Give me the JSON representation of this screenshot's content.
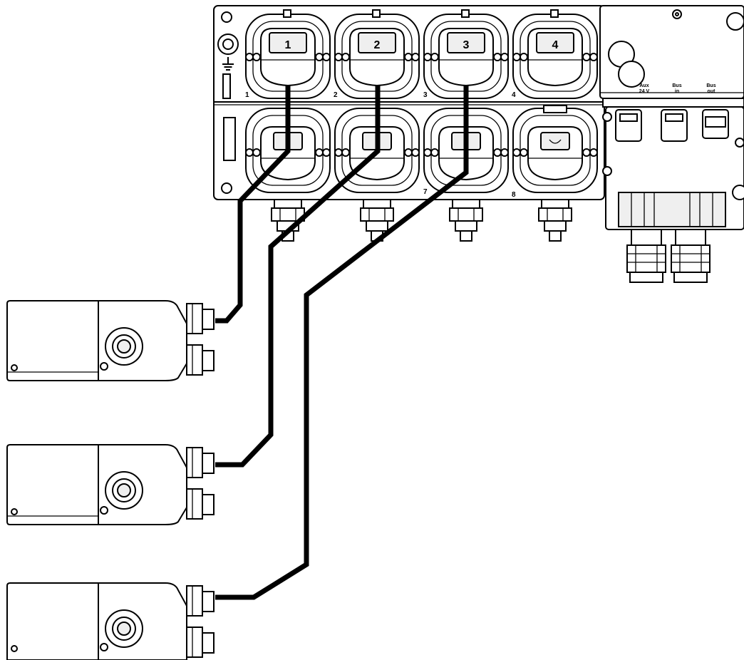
{
  "module": {
    "top_ports": [
      "1",
      "2",
      "3",
      "4"
    ],
    "port_numbers_row1": [
      "1",
      "2",
      "3",
      "4"
    ],
    "port_numbers_row2": [
      "7",
      "8"
    ]
  },
  "power_box": {
    "labels": [
      {
        "top": "Aux",
        "bottom": "24 V"
      },
      {
        "top": "Bus",
        "bottom": "in"
      },
      {
        "top": "Bus",
        "bottom": "out"
      }
    ]
  },
  "actuators": [
    {
      "id": "actuator-1",
      "port": "1"
    },
    {
      "id": "actuator-2",
      "port": "2"
    },
    {
      "id": "actuator-3",
      "port": "3"
    }
  ]
}
